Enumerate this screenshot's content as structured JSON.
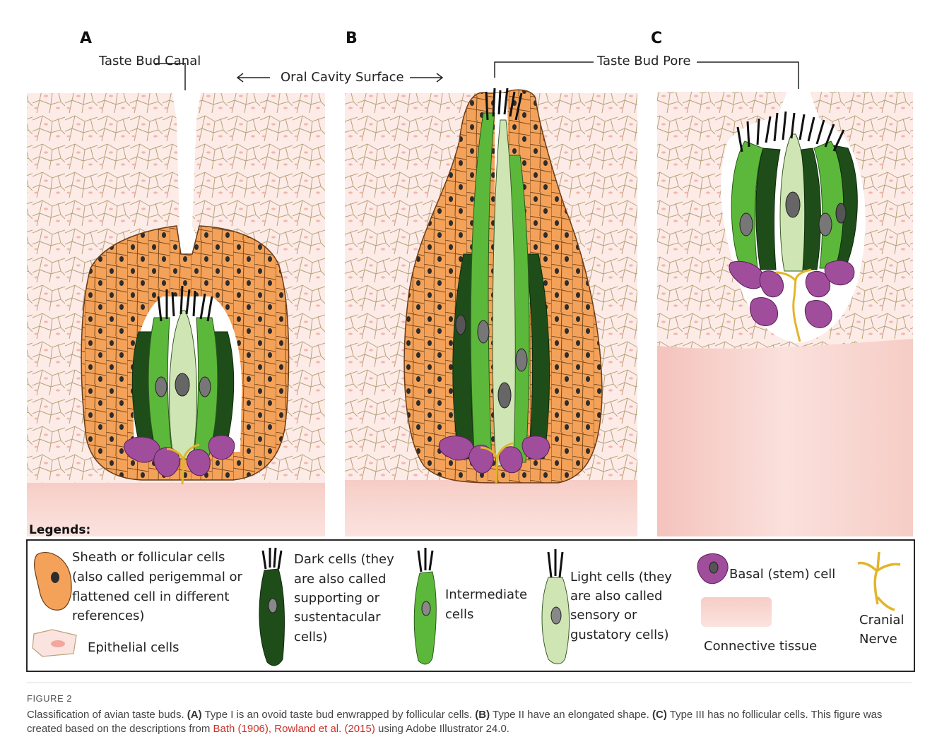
{
  "panels": {
    "a_letter": "A",
    "b_letter": "B",
    "c_letter": "C"
  },
  "annotations": {
    "taste_bud_canal": "Taste Bud Canal",
    "oral_cavity_surface": "Oral Cavity Surface",
    "taste_bud_pore": "Taste Bud Pore"
  },
  "legend": {
    "title": "Legends:",
    "sheath": [
      "Sheath or follicular cells",
      "(also called perigemmal or",
      "flattened cell in different",
      "references)"
    ],
    "epithelial": "Epithelial cells",
    "dark": [
      "Dark cells (they",
      "are also called",
      "supporting or",
      "sustentacular",
      "cells)"
    ],
    "intermediate": [
      "Intermediate",
      "cells"
    ],
    "light": [
      "Light cells (they",
      "are also called",
      "sensory or",
      "gustatory cells)"
    ],
    "basal": "Basal (stem) cell",
    "connective": "Connective tissue",
    "cranial": [
      "Cranial",
      "Nerve"
    ]
  },
  "caption": {
    "label": "FIGURE 2",
    "intro": "Classification of avian taste buds.",
    "a_ref": "(A)",
    "a_text": "Type I is an ovoid taste bud enwrapped by follicular cells.",
    "b_ref": "(B)",
    "b_text": "Type II have an elongated shape.",
    "c_ref": "(C)",
    "c_text": "Type III has no follicular cells. This figure was created based on the descriptions from",
    "ref1": "Bath (1906),",
    "ref2": "Rowland et al. (2015)",
    "tail": "using Adobe Illustrator 24.0."
  },
  "colors": {
    "epithelium": "#fbe7e3",
    "connective": "#f6c9c3",
    "sheath": "#f4a259",
    "dark": "#1f4d1a",
    "intermediate": "#5cb83a",
    "light": "#cfe6b4",
    "basal": "#a04d9c",
    "nerve": "#e2b52a",
    "caption_link": "#c8322a"
  }
}
